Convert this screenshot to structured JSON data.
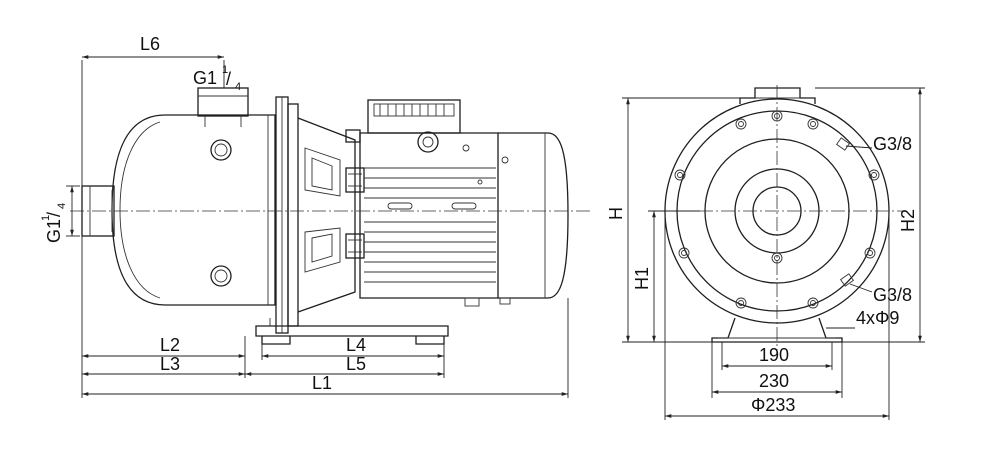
{
  "drawing": {
    "side_view": {
      "labels": {
        "L6": "L6",
        "G_top_main": "G1",
        "G_top_sup": "1",
        "G_top_sub": "4",
        "G_side_main": "G1",
        "G_side_sup": "1",
        "G_side_sub": "4",
        "L2": "L2",
        "L3": "L3",
        "L4": "L4",
        "L5": "L5",
        "L1": "L1"
      }
    },
    "front_view": {
      "labels": {
        "H": "H",
        "H1": "H1",
        "H2": "H2",
        "G38_top": "G3/8",
        "G38_bottom": "G3/8",
        "holes": "4xΦ9",
        "d190": "190",
        "d230": "230",
        "d233": "Φ233"
      }
    }
  }
}
